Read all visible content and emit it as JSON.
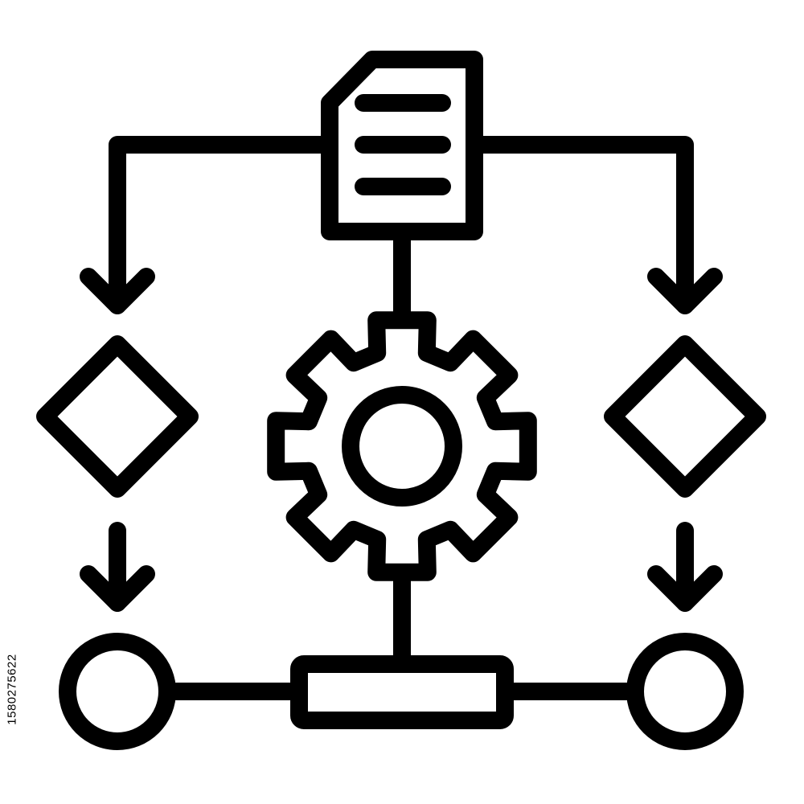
{
  "icon": {
    "subject": "workflow-process-icon",
    "stroke_color": "#000000",
    "background_color": "#ffffff",
    "parts": [
      "document-icon",
      "gear-icon",
      "decision-diamond-left",
      "decision-diamond-right",
      "arrow-down-icon",
      "terminal-circle-left",
      "terminal-circle-right",
      "process-bar"
    ]
  },
  "stock_id": "1580275622"
}
